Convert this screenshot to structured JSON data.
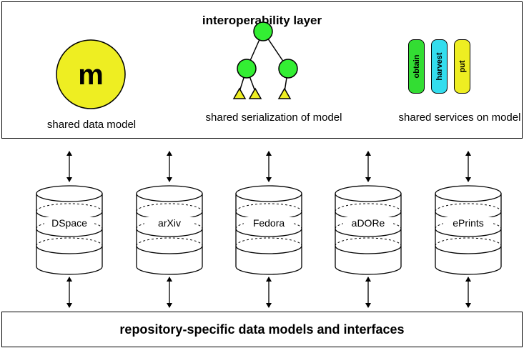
{
  "top_layer": {
    "title": "interoperability layer",
    "model_symbol": "m",
    "captions": {
      "model": "shared data model",
      "serialization": "shared serialization of model",
      "services": "shared services on model"
    },
    "services": [
      "obtain",
      "harvest",
      "put"
    ],
    "service_colors": [
      "#33dd33",
      "#33ddee",
      "#eeee22"
    ],
    "model_color": "#eeee22",
    "tree_node_color": "#33ee33",
    "tree_leaf_color": "#eeee22"
  },
  "repositories": [
    "DSpace",
    "arXiv",
    "Fedora",
    "aDORe",
    "ePrints"
  ],
  "bottom_layer": {
    "title": "repository-specific data models and interfaces"
  }
}
